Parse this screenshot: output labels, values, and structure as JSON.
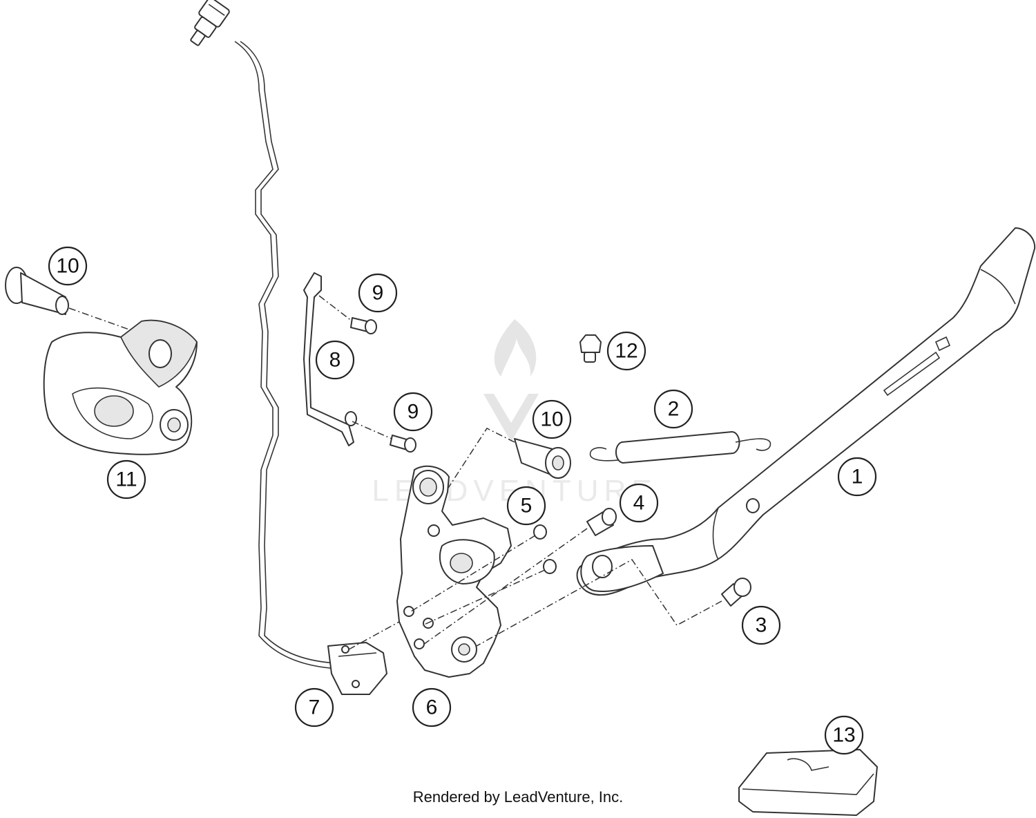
{
  "diagram": {
    "callouts": [
      {
        "id": "c-10a",
        "label": "10"
      },
      {
        "id": "c-9a",
        "label": "9"
      },
      {
        "id": "c-8",
        "label": "8"
      },
      {
        "id": "c-9b",
        "label": "9"
      },
      {
        "id": "c-11",
        "label": "11"
      },
      {
        "id": "c-12",
        "label": "12"
      },
      {
        "id": "c-2",
        "label": "2"
      },
      {
        "id": "c-10b",
        "label": "10"
      },
      {
        "id": "c-1",
        "label": "1"
      },
      {
        "id": "c-5",
        "label": "5"
      },
      {
        "id": "c-4",
        "label": "4"
      },
      {
        "id": "c-3",
        "label": "3"
      },
      {
        "id": "c-7",
        "label": "7"
      },
      {
        "id": "c-6",
        "label": "6"
      },
      {
        "id": "c-13",
        "label": "13"
      }
    ],
    "watermark": "LEADVENTURE",
    "credit": "Rendered by LeadVenture, Inc."
  }
}
